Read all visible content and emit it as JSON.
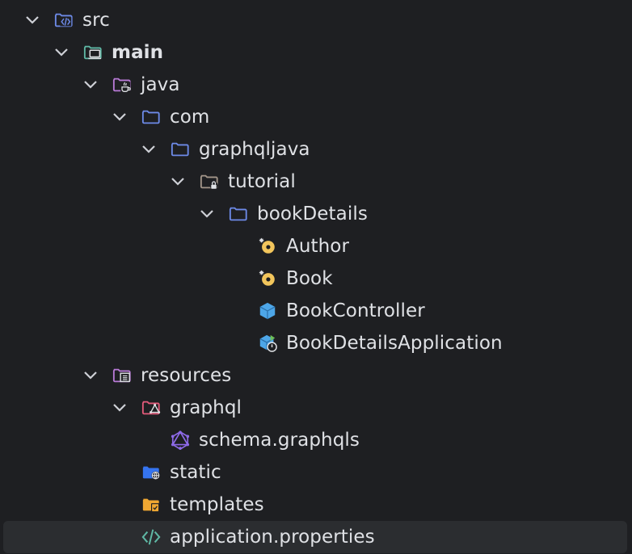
{
  "tree": {
    "items": [
      {
        "label": "src",
        "depth": 0,
        "expanded": true,
        "icon": "source-folder-icon",
        "bold": false
      },
      {
        "label": "main",
        "depth": 1,
        "expanded": true,
        "icon": "module-folder-icon",
        "bold": true
      },
      {
        "label": "java",
        "depth": 2,
        "expanded": true,
        "icon": "java-sources-folder-icon",
        "bold": false
      },
      {
        "label": "com",
        "depth": 3,
        "expanded": true,
        "icon": "package-folder-icon",
        "bold": false
      },
      {
        "label": "graphqljava",
        "depth": 4,
        "expanded": true,
        "icon": "package-folder-icon",
        "bold": false
      },
      {
        "label": "tutorial",
        "depth": 5,
        "expanded": true,
        "icon": "locked-package-folder-icon",
        "bold": false
      },
      {
        "label": "bookDetails",
        "depth": 6,
        "expanded": true,
        "icon": "package-folder-icon",
        "bold": false
      },
      {
        "label": "Author",
        "depth": 7,
        "expanded": null,
        "icon": "record-class-icon",
        "bold": false
      },
      {
        "label": "Book",
        "depth": 7,
        "expanded": null,
        "icon": "record-class-icon",
        "bold": false
      },
      {
        "label": "BookController",
        "depth": 7,
        "expanded": null,
        "icon": "spring-bean-icon",
        "bold": false
      },
      {
        "label": "BookDetailsApplication",
        "depth": 7,
        "expanded": null,
        "icon": "spring-boot-application-icon",
        "bold": false
      },
      {
        "label": "resources",
        "depth": 2,
        "expanded": true,
        "icon": "resources-folder-icon",
        "bold": false
      },
      {
        "label": "graphql",
        "depth": 3,
        "expanded": true,
        "icon": "graphql-folder-icon",
        "bold": false
      },
      {
        "label": "schema.graphqls",
        "depth": 4,
        "expanded": null,
        "icon": "graphql-file-icon",
        "bold": false
      },
      {
        "label": "static",
        "depth": 3,
        "expanded": null,
        "icon": "web-folder-icon",
        "bold": false
      },
      {
        "label": "templates",
        "depth": 3,
        "expanded": null,
        "icon": "templates-folder-icon",
        "bold": false
      },
      {
        "label": "application.properties",
        "depth": 3,
        "expanded": null,
        "icon": "properties-file-icon",
        "bold": false,
        "selected": true
      }
    ]
  },
  "colors": {
    "background": "#1e1f22",
    "selection": "#2b2d30",
    "text": "#dfe1e5",
    "chevron": "#ced0d6",
    "folder_blue": "#6d8ae8",
    "folder_teal": "#5fb8a5",
    "folder_purple": "#b87ad6",
    "folder_pink": "#e35a7a",
    "graphql_purple": "#8e6ae8",
    "record_yellow": "#f2c55c",
    "bean_blue": "#4da6e8",
    "spring_green": "#6ec05a",
    "web_blue": "#3574f0",
    "templates_orange": "#f0a732",
    "properties_green": "#5fb8a5"
  }
}
